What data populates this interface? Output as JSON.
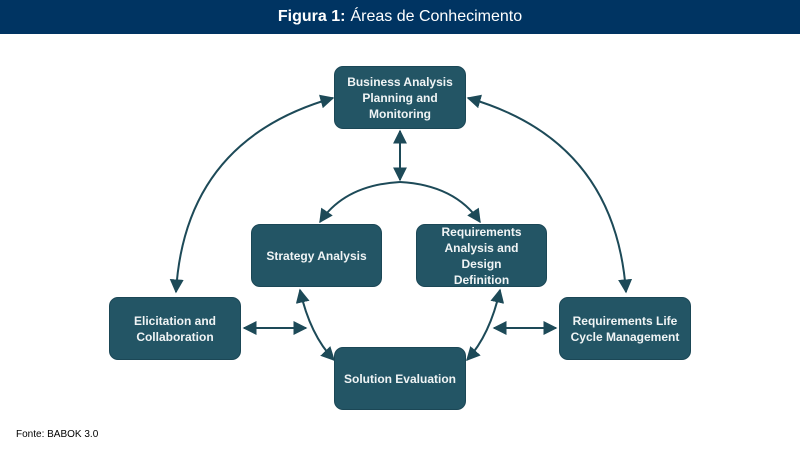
{
  "header": {
    "figure_label": "Figura 1:",
    "title": "Áreas de Conhecimento"
  },
  "colors": {
    "header_bg": "#003462",
    "node_fill": "#235565",
    "arrow": "#1d4a58"
  },
  "nodes": {
    "planning": "Business Analysis\nPlanning and\nMonitoring",
    "strategy": "Strategy Analysis",
    "radd": "Requirements\nAnalysis and Design\nDefinition",
    "elicitation": "Elicitation and\nCollaboration",
    "rlcm": "Requirements Life\nCycle Management",
    "solution": "Solution Evaluation"
  },
  "connections": [
    {
      "from": "planning",
      "to": "elicitation",
      "type": "bidirectional"
    },
    {
      "from": "planning",
      "to": "rlcm",
      "type": "bidirectional"
    },
    {
      "from": "planning",
      "to": "strategy/radd",
      "type": "bidirectional"
    },
    {
      "from": "elicitation",
      "to": "strategy/solution",
      "type": "bidirectional"
    },
    {
      "from": "rlcm",
      "to": "radd/solution",
      "type": "bidirectional"
    },
    {
      "from": "strategy",
      "to": "solution",
      "type": "bidirectional"
    },
    {
      "from": "radd",
      "to": "solution",
      "type": "bidirectional"
    }
  ],
  "footer": {
    "source": "Fonte: BABOK 3.0"
  }
}
